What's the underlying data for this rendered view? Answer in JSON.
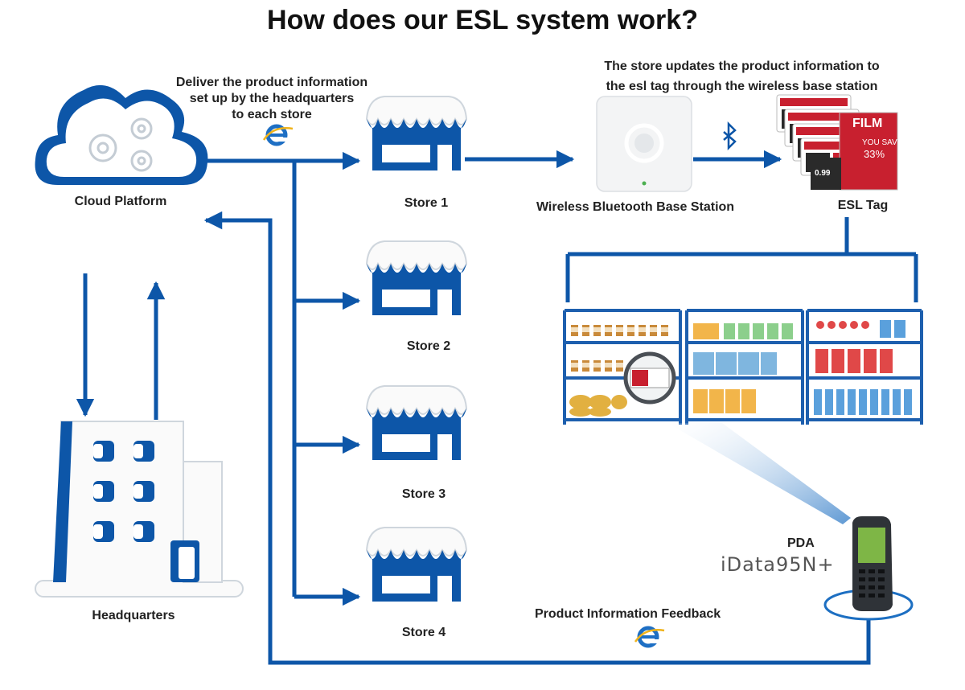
{
  "title": "How does our ESL system work?",
  "labels": {
    "cloud": "Cloud Platform",
    "deliver_line1": "Deliver the product information",
    "deliver_line2": "set up by the headquarters",
    "deliver_line3": "to each store",
    "store1": "Store 1",
    "store2": "Store 2",
    "store3": "Store 3",
    "store4": "Store 4",
    "update_line1": "The store updates the product information to",
    "update_line2": "the esl tag through the wireless base station",
    "base_station": "Wireless Bluetooth Base Station",
    "esl_tag": "ESL Tag",
    "headquarters": "Headquarters",
    "pda": "PDA",
    "pda_model": "iData95N+",
    "feedback": "Product Information Feedback"
  },
  "esl_tag_text": {
    "brand": "FILM",
    "promo": "YOU SAVE",
    "percent": "33%",
    "price": "0.99"
  },
  "icons": [
    "cloud-icon",
    "gear-icon",
    "store-icon",
    "building-icon",
    "browser-e-icon",
    "bluetooth-icon",
    "router-icon",
    "shelf-icon",
    "pda-icon"
  ],
  "colors": {
    "primary_blue": "#0d56a8",
    "esl_red": "#c8202f",
    "light_gray": "#e8e8e8"
  }
}
